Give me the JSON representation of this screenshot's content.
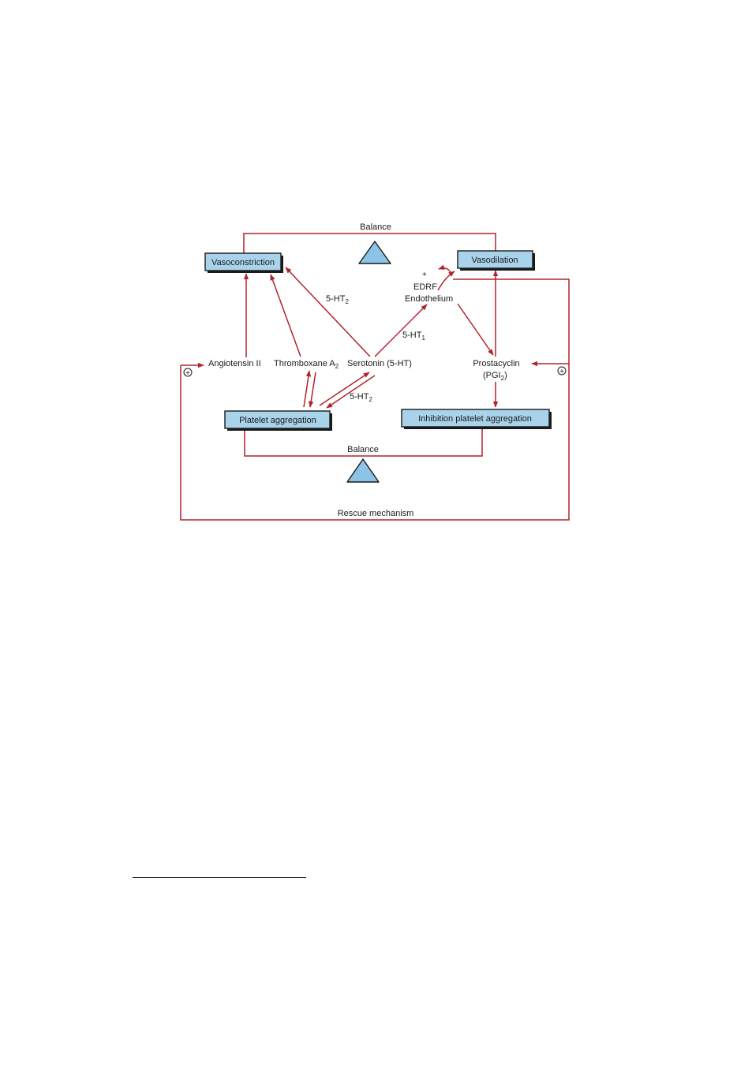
{
  "diagram": {
    "boxes": {
      "vasoconstriction": "Vasoconstriction",
      "vasodilation": "Vasodilation",
      "platelet_aggregation": "Platelet aggregation",
      "inhibition_platelet_aggregation": "Inhibition platelet aggregation"
    },
    "labels": {
      "balance_top": "Balance",
      "balance_bottom": "Balance",
      "rescue": "Rescue mechanism",
      "angiotensin": "Angiotensin II",
      "thromboxane_base": "Thromboxane A",
      "thromboxane_sub": "2",
      "serotonin": "Serotonin (5-HT)",
      "edrf": "EDRF",
      "endothelium": "Endothelium",
      "plus_sign": "+",
      "prostacyclin": "Prostacyclin",
      "pgi_open": "(PGI",
      "pgi_sub": "2",
      "pgi_close": ")",
      "ht2_upper_base": "5-HT",
      "ht2_upper_sub": "2",
      "ht1_base": "5-HT",
      "ht1_sub": "1",
      "ht2_lower_base": "5-HT",
      "ht2_lower_sub": "2",
      "feedback_plus_left": "+",
      "feedback_plus_right": "+"
    },
    "colors": {
      "arrow": "#b0232e",
      "box_fill": "#a9d3ea",
      "triangle_fill": "#8cc3e6"
    }
  }
}
